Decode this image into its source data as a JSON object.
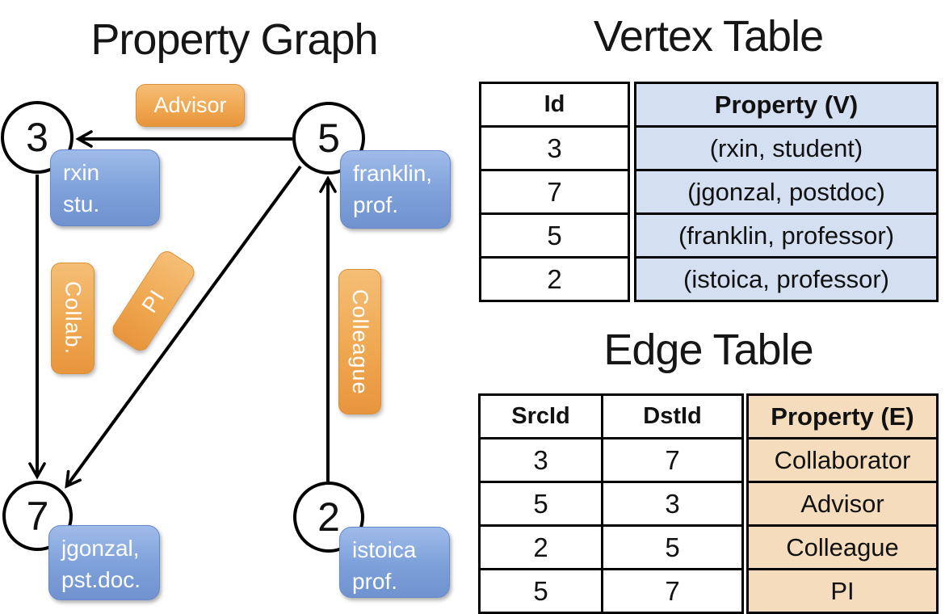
{
  "graph": {
    "title": "Property Graph",
    "nodes": [
      {
        "id": "3"
      },
      {
        "id": "5"
      },
      {
        "id": "7"
      },
      {
        "id": "2"
      }
    ],
    "vertex_labels": {
      "rxin": {
        "line1": "rxin",
        "line2": "stu."
      },
      "franklin": {
        "line1": "franklin,",
        "line2": "prof."
      },
      "jgonzal": {
        "line1": "jgonzal,",
        "line2": "pst.doc."
      },
      "istoica": {
        "line1": "istoica",
        "line2": "prof."
      }
    },
    "edge_labels": {
      "advisor": "Advisor",
      "collab": "Collab.",
      "pi": "PI",
      "colleague": "Colleague"
    }
  },
  "vertex_table": {
    "title": "Vertex Table",
    "headers": {
      "id": "Id",
      "property": "Property (V)"
    },
    "rows": [
      {
        "id": "3",
        "property": "(rxin, student)"
      },
      {
        "id": "7",
        "property": "(jgonzal, postdoc)"
      },
      {
        "id": "5",
        "property": "(franklin, professor)"
      },
      {
        "id": "2",
        "property": "(istoica, professor)"
      }
    ]
  },
  "edge_table": {
    "title": "Edge Table",
    "headers": {
      "src": "SrcId",
      "dst": "DstId",
      "property": "Property (E)"
    },
    "rows": [
      {
        "src": "3",
        "dst": "7",
        "property": "Collaborator"
      },
      {
        "src": "5",
        "dst": "3",
        "property": "Advisor"
      },
      {
        "src": "2",
        "dst": "5",
        "property": "Colleague"
      },
      {
        "src": "5",
        "dst": "7",
        "property": "PI"
      }
    ]
  },
  "colors": {
    "edge_label_orange": "#EFA851",
    "vertex_label_blue": "#7DA0DA",
    "vertex_property_cell": "#D4DFF1",
    "edge_property_cell": "#F5DCBC",
    "line_black": "#000000"
  }
}
